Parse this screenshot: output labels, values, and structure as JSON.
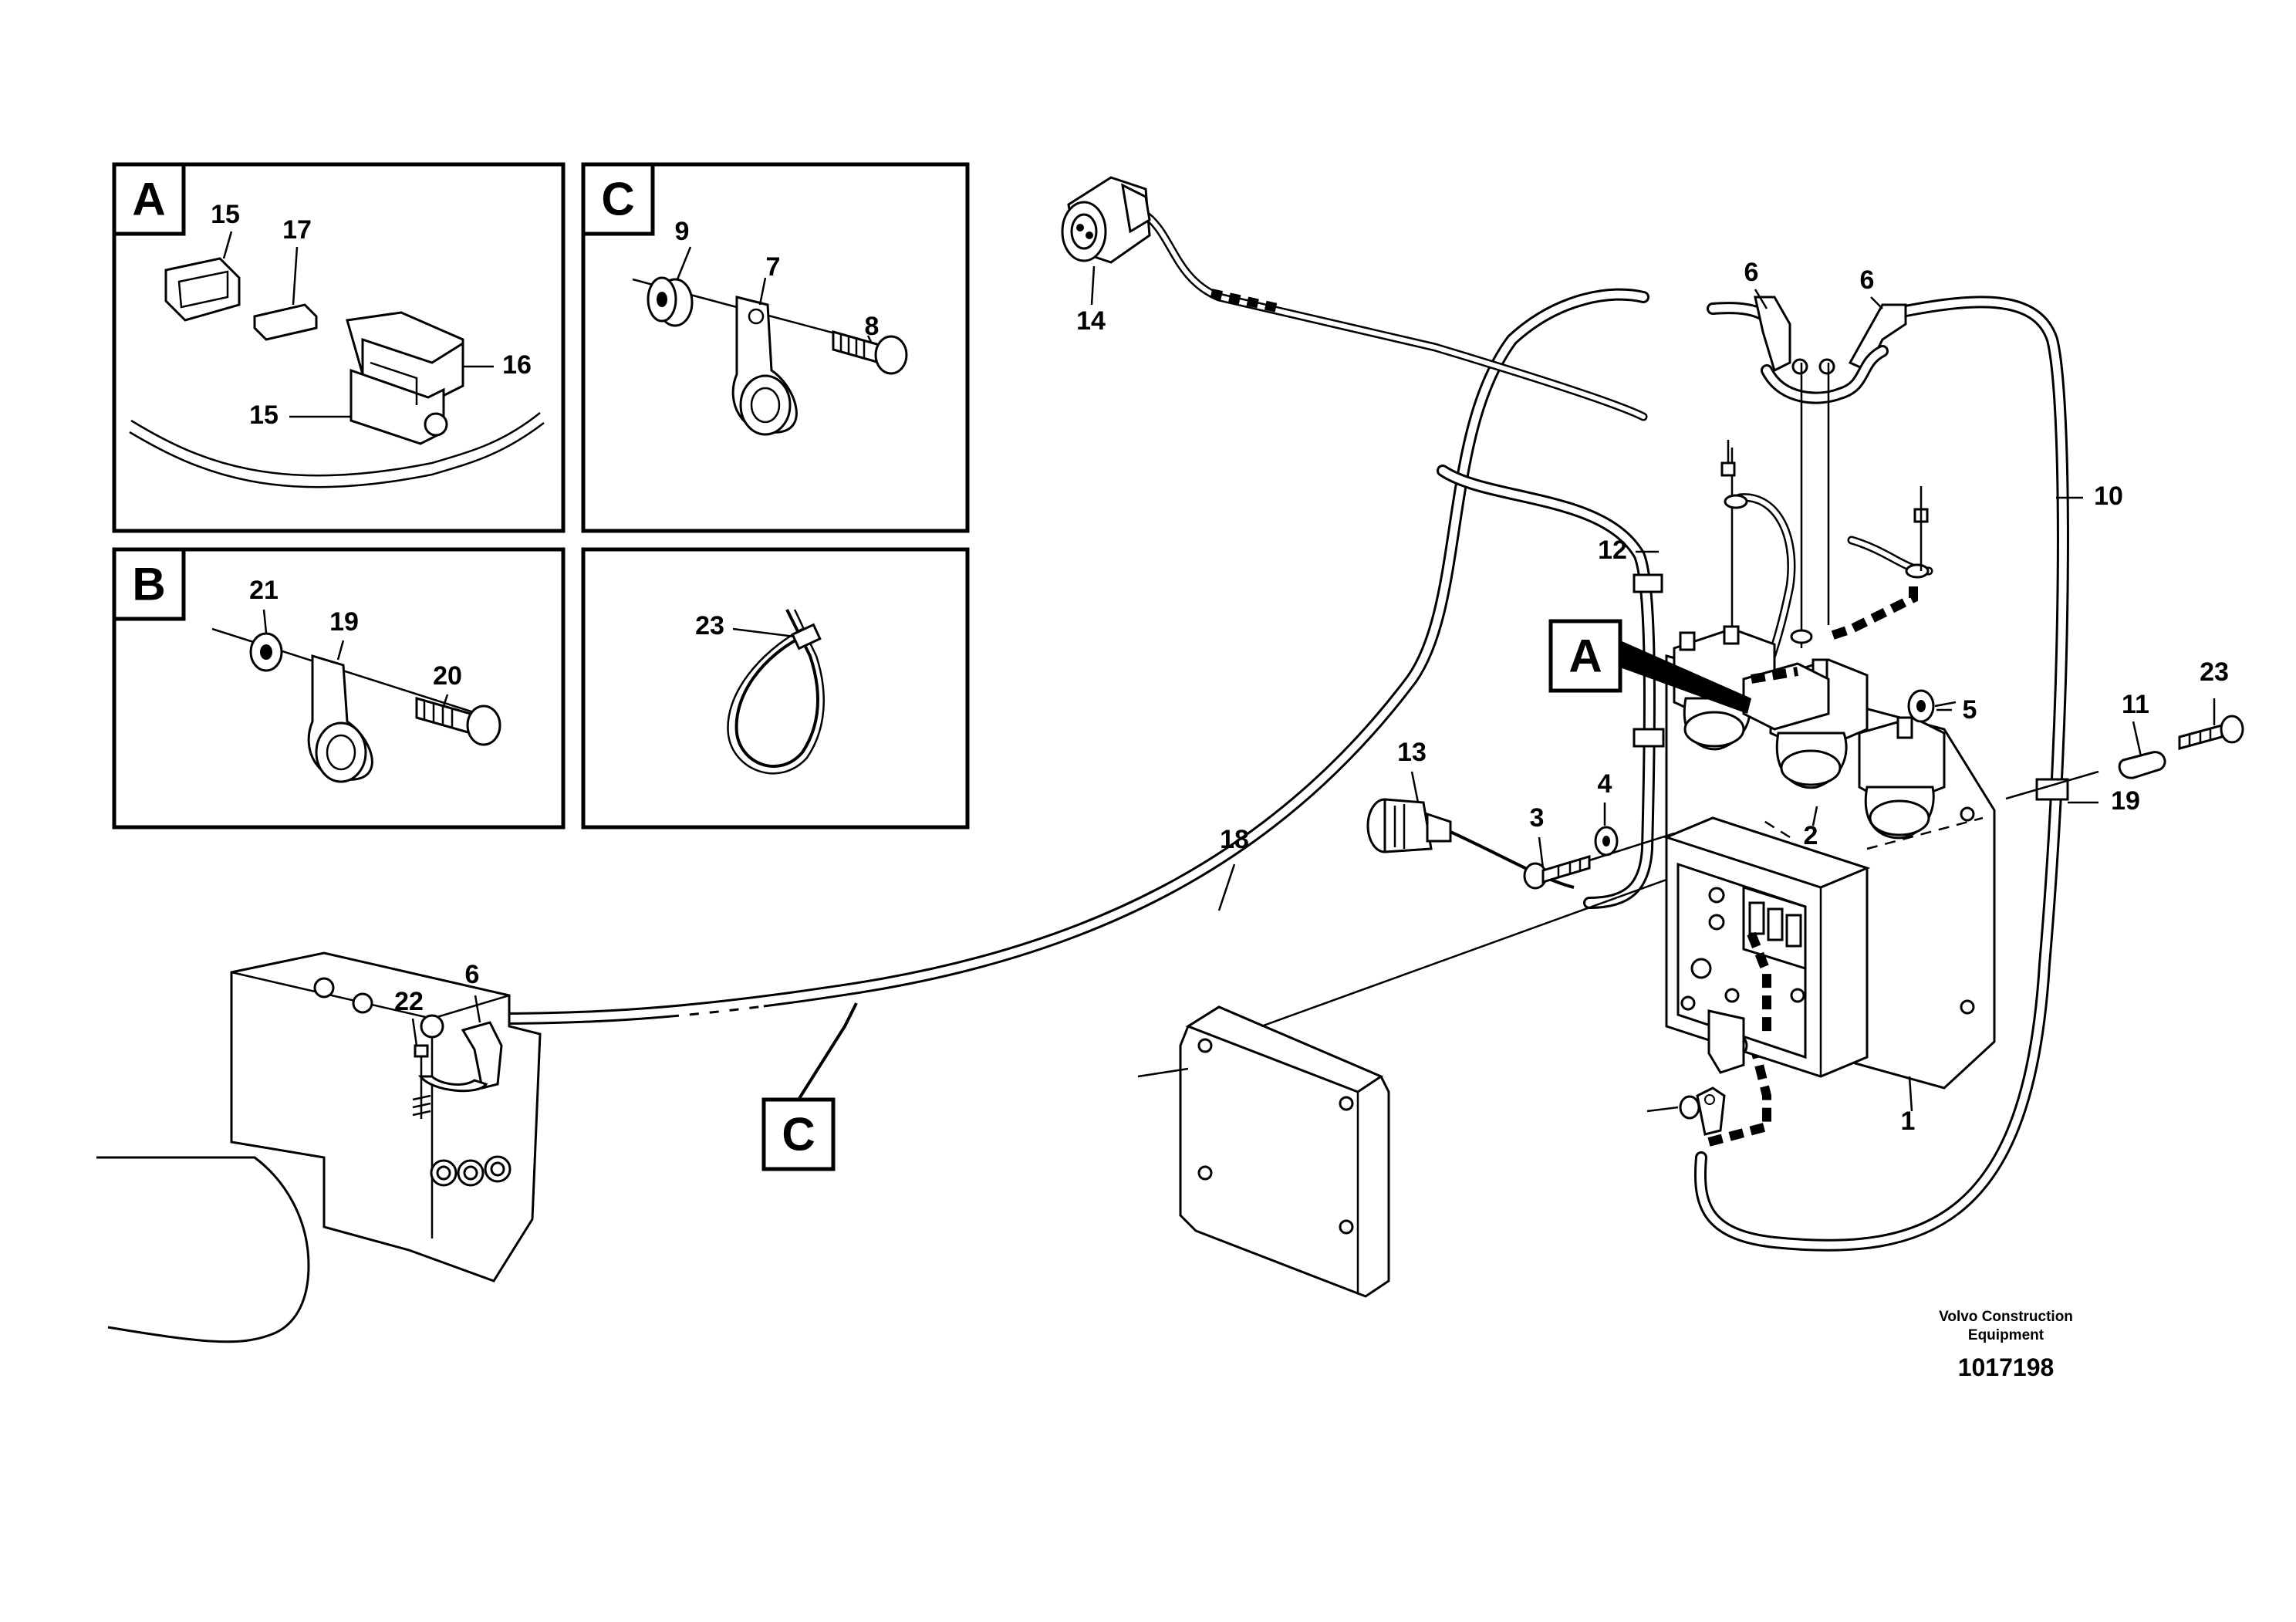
{
  "detail_views": {
    "A": {
      "letter": "A",
      "labels": [
        "15",
        "17",
        "16",
        "15"
      ]
    },
    "C": {
      "letter": "C",
      "labels": [
        "9",
        "7",
        "8"
      ]
    },
    "B": {
      "letter": "B",
      "labels": [
        "21",
        "19",
        "20"
      ]
    },
    "D": {
      "labels": [
        "23"
      ]
    }
  },
  "callouts": {
    "A": "A",
    "C": "C"
  },
  "part_labels": {
    "p1": "1",
    "p2": "2",
    "p3": "3",
    "p4": "4",
    "p5": "5",
    "p6a": "6",
    "p6b": "6",
    "p6c": "6",
    "p10": "10",
    "p11": "11",
    "p12": "12",
    "p13": "13",
    "p14": "14",
    "p18": "18",
    "p19": "19",
    "p22": "22",
    "p23": "23"
  },
  "footer": {
    "brand_line1": "Volvo Construction",
    "brand_line2": "Equipment",
    "drawing_number": "1017198"
  }
}
